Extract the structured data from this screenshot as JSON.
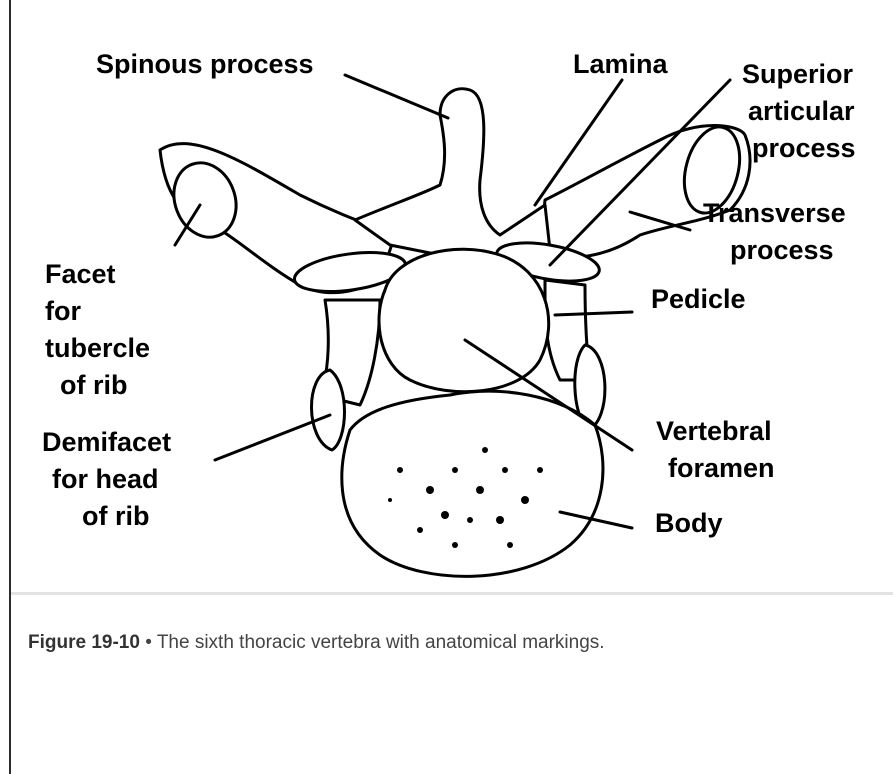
{
  "figure": {
    "labels": {
      "spinous": "Spinous process",
      "lamina": "Lamina",
      "superior_1": "Superior",
      "superior_2": "articular",
      "superior_3": "process",
      "transverse_1": "Transverse",
      "transverse_2": "process",
      "pedicle": "Pedicle",
      "facet_1": "Facet",
      "facet_2": "for",
      "facet_3": "tubercle",
      "facet_4": "of rib",
      "demifacet_1": "Demifacet",
      "demifacet_2": "for head",
      "demifacet_3": "of rib",
      "vertebral_1": "Vertebral",
      "vertebral_2": "foramen",
      "body": "Body"
    }
  },
  "caption": {
    "figure_number": "Figure 19-10",
    "separator": " • ",
    "text": "The sixth thoracic vertebra with anatomical markings."
  }
}
